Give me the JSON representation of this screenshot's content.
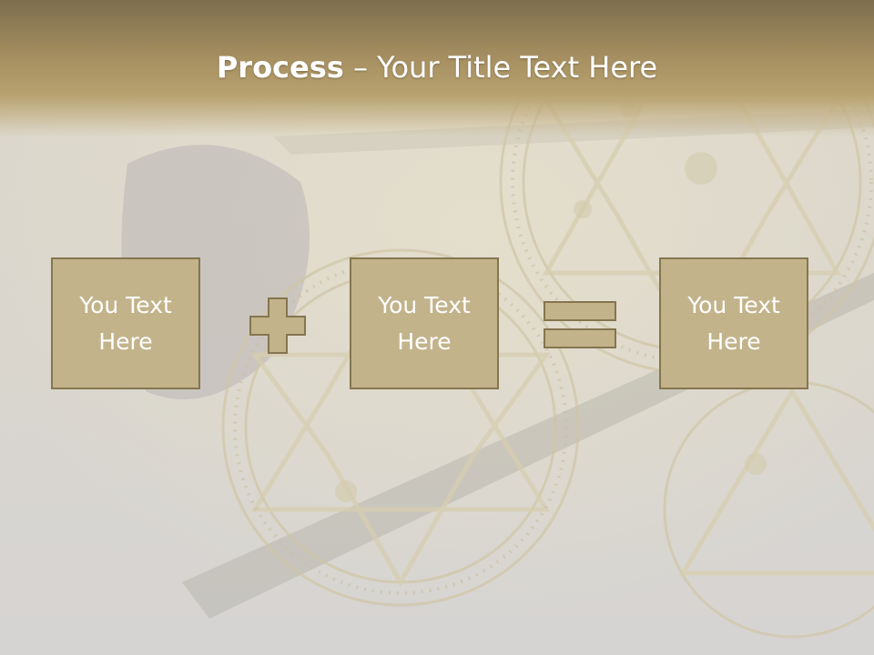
{
  "title": {
    "bold": "Process",
    "separator": " – ",
    "rest": "Your Title Text Here"
  },
  "boxes": [
    {
      "line1": "You Text",
      "line2": "Here"
    },
    {
      "line1": "You Text",
      "line2": "Here"
    },
    {
      "line1": "You Text",
      "line2": "Here"
    }
  ],
  "operators": [
    "plus-icon",
    "equals-icon"
  ],
  "colors": {
    "title_band": "#a89162",
    "box_fill": "#c3b38b",
    "box_border": "#857650",
    "text": "#ffffff"
  }
}
